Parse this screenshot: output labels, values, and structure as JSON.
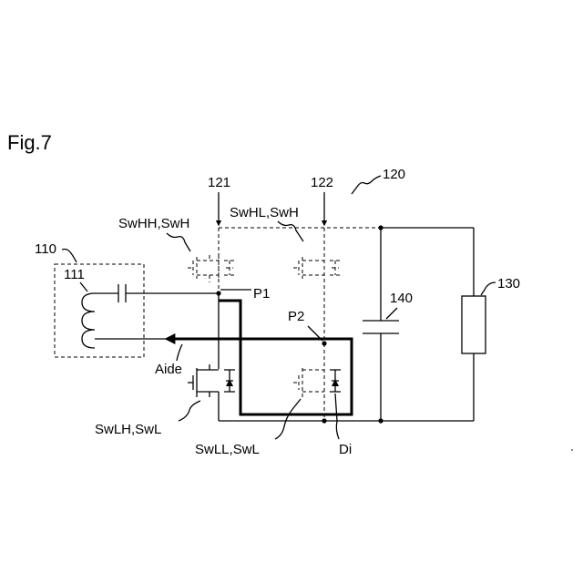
{
  "figure": {
    "title": "Fig.7"
  },
  "labels": {
    "ref_120": "120",
    "ref_121": "121",
    "ref_122": "122",
    "swhh": "SwHH,SwH",
    "swhl": "SwHL,SwH",
    "ref_110": "110",
    "ref_111": "111",
    "p1": "P1",
    "p2": "P2",
    "ref_140": "140",
    "ref_130": "130",
    "aide": "Aide",
    "swlh": "SwLH,SwL",
    "swll": "SwLL,SwL",
    "di": "Di"
  }
}
